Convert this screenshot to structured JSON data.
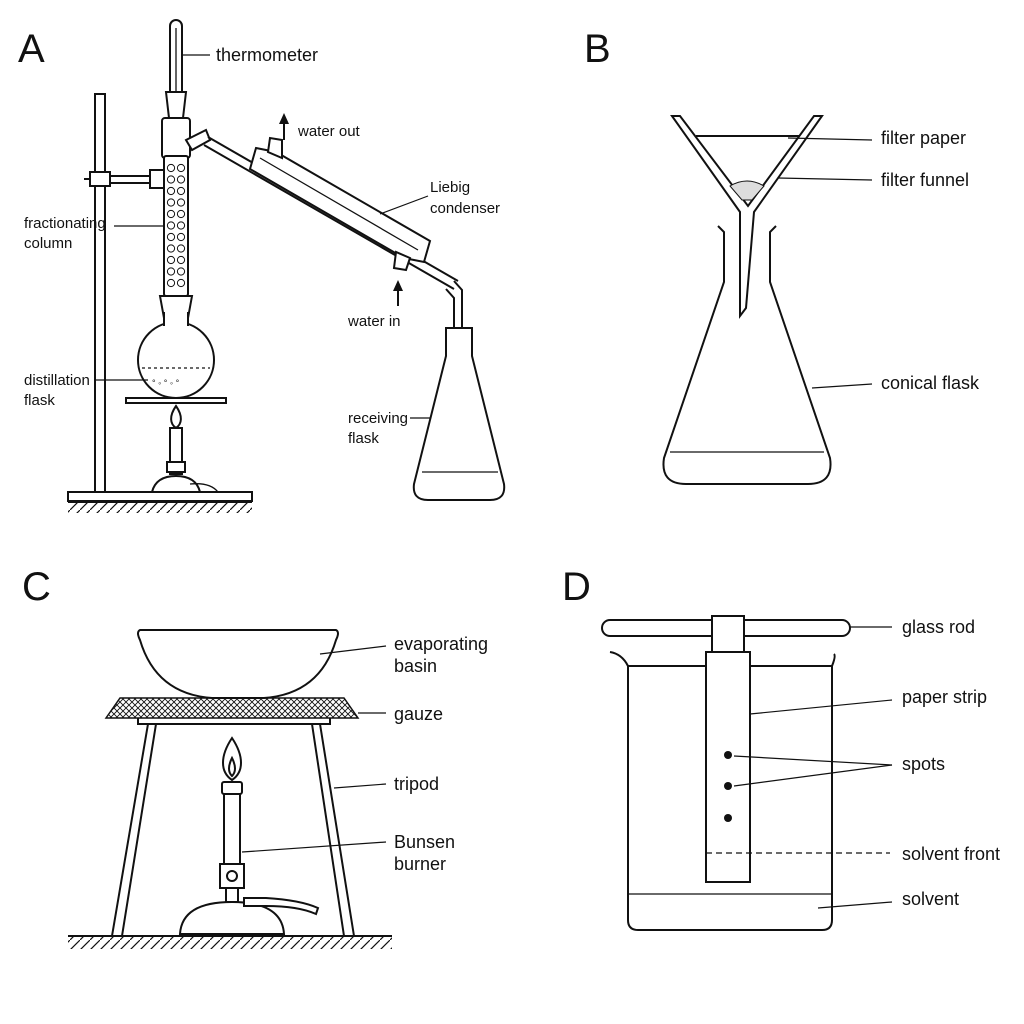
{
  "panels": {
    "A": {
      "letter": "A",
      "labels": {
        "thermometer": "thermometer",
        "water_out": "water out",
        "liebig_1": "Liebig",
        "liebig_2": "condenser",
        "fractionating_1": "fractionating",
        "fractionating_2": "column",
        "water_in": "water in",
        "distillation_1": "distillation",
        "distillation_2": "flask",
        "receiving_1": "receiving",
        "receiving_2": "flask"
      }
    },
    "B": {
      "letter": "B",
      "labels": {
        "filter_paper": "filter paper",
        "filter_funnel": "filter funnel",
        "conical_flask": "conical flask"
      }
    },
    "C": {
      "letter": "C",
      "labels": {
        "evaporating_1": "evaporating",
        "evaporating_2": "basin",
        "gauze": "gauze",
        "tripod": "tripod",
        "bunsen_1": "Bunsen",
        "bunsen_2": "burner"
      }
    },
    "D": {
      "letter": "D",
      "labels": {
        "glass_rod": "glass rod",
        "paper_strip": "paper strip",
        "spots": "spots",
        "solvent_front": "solvent front",
        "solvent": "solvent"
      }
    }
  }
}
